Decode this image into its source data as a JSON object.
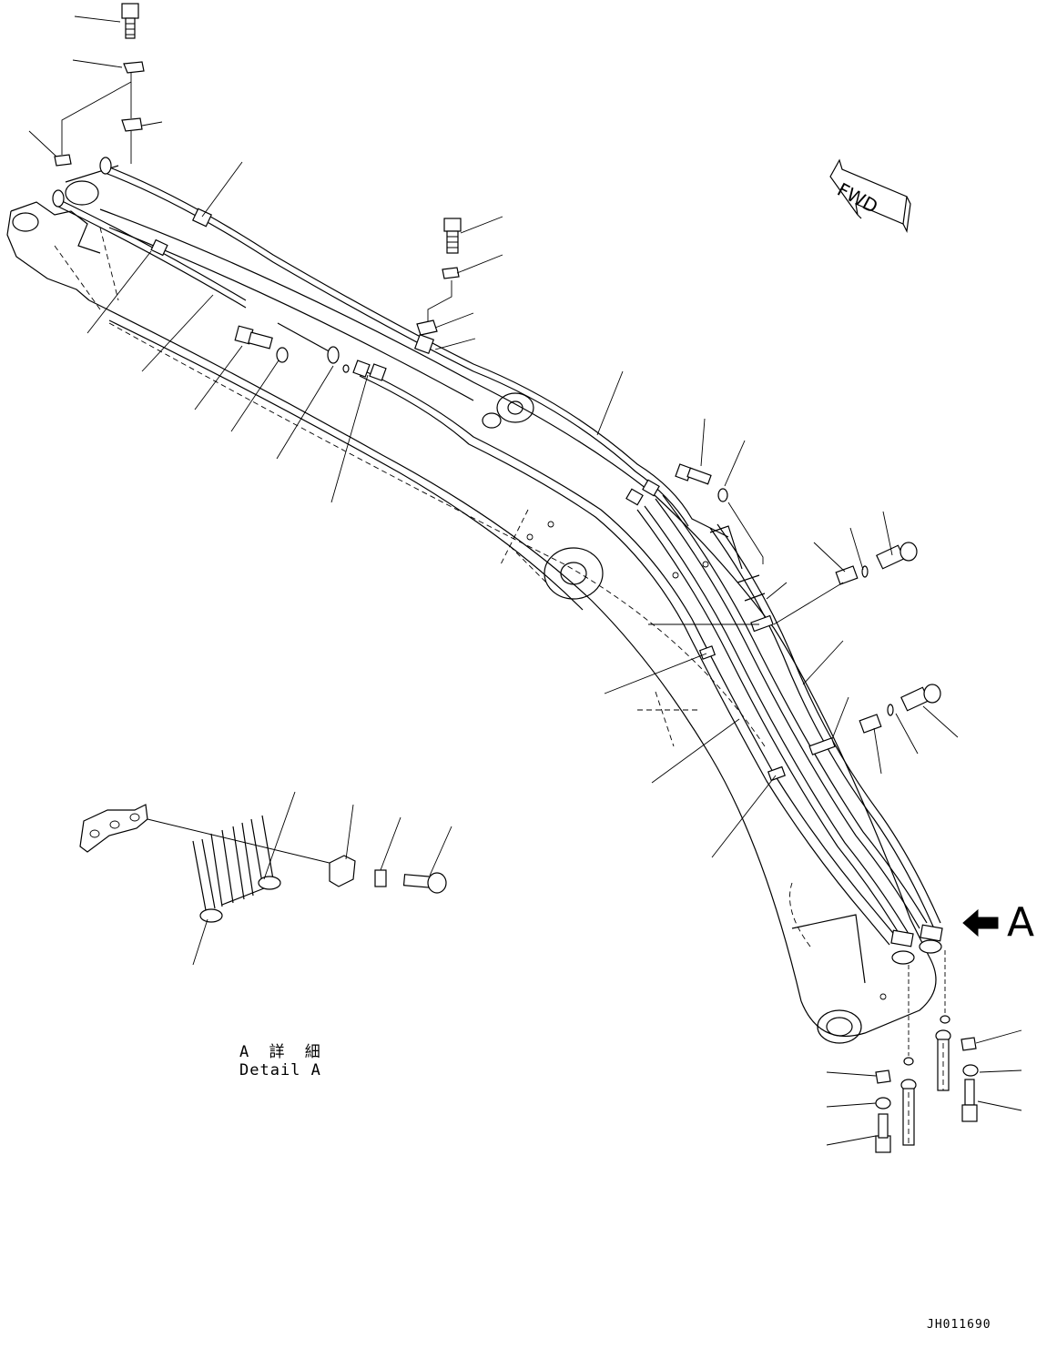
{
  "diagram": {
    "fwd_label": "FWD",
    "view_marker": "A",
    "detail_title_jp": "A 詳 細",
    "detail_title_en": "Detail A",
    "drawing_number": "JH011690"
  }
}
